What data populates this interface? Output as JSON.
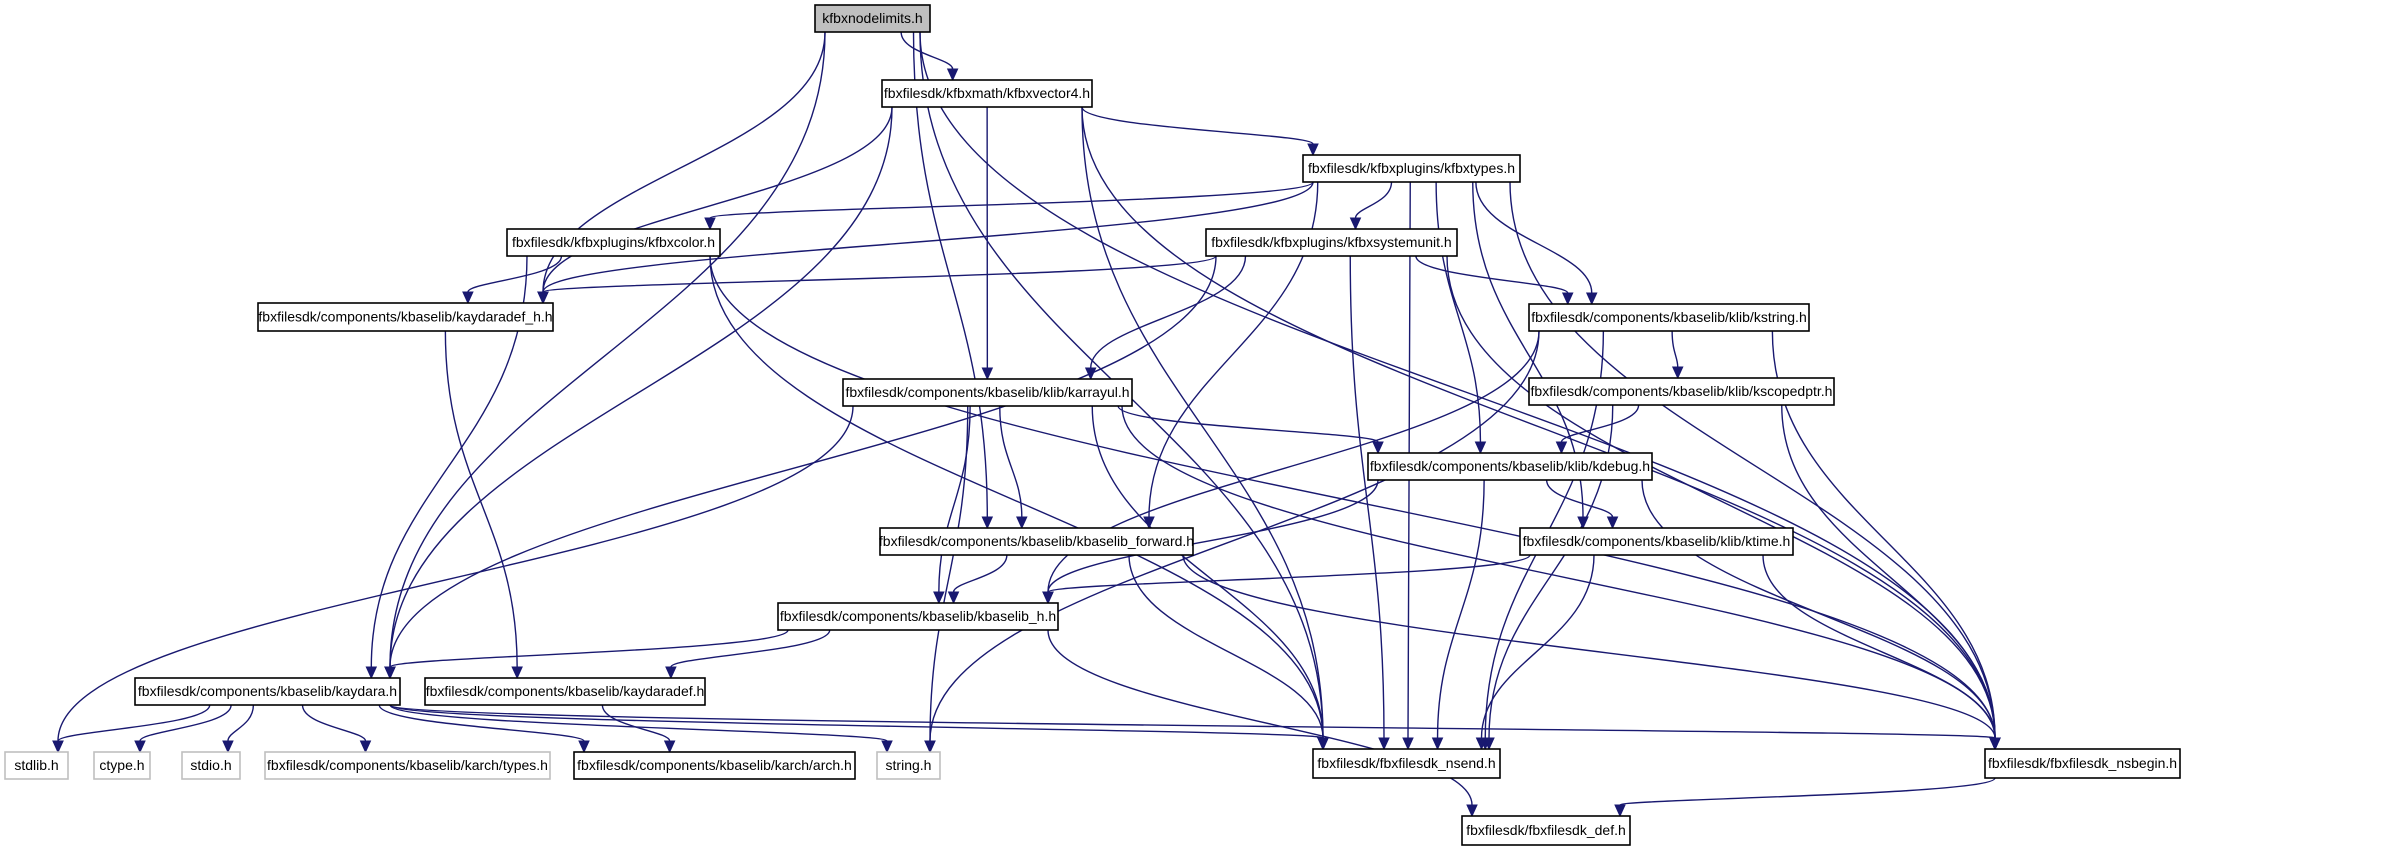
{
  "graph": {
    "type": "include-dependency-graph",
    "colors": {
      "edge": "#191970",
      "root_fill": "#bfbfbf",
      "system_border": "#bfbfbf",
      "project_border": "#000000"
    },
    "nodes": [
      {
        "id": "root",
        "label": "kfbxnodelimits.h",
        "kind": "root"
      },
      {
        "id": "vector4",
        "label": "fbxfilesdk/kfbxmath/kfbxvector4.h",
        "kind": "project"
      },
      {
        "id": "types",
        "label": "fbxfilesdk/kfbxplugins/kfbxtypes.h",
        "kind": "project"
      },
      {
        "id": "color",
        "label": "fbxfilesdk/kfbxplugins/kfbxcolor.h",
        "kind": "project"
      },
      {
        "id": "systemunit",
        "label": "fbxfilesdk/kfbxplugins/kfbxsystemunit.h",
        "kind": "project"
      },
      {
        "id": "kaydaradef_h",
        "label": "fbxfilesdk/components/kbaselib/kaydaradef_h.h",
        "kind": "project"
      },
      {
        "id": "kstring",
        "label": "fbxfilesdk/components/kbaselib/klib/kstring.h",
        "kind": "project"
      },
      {
        "id": "karrayul",
        "label": "fbxfilesdk/components/kbaselib/klib/karrayul.h",
        "kind": "project"
      },
      {
        "id": "kscopedptr",
        "label": "fbxfilesdk/components/kbaselib/klib/kscopedptr.h",
        "kind": "project"
      },
      {
        "id": "kdebug",
        "label": "fbxfilesdk/components/kbaselib/klib/kdebug.h",
        "kind": "project"
      },
      {
        "id": "kbaselib_forward",
        "label": "fbxfilesdk/components/kbaselib/kbaselib_forward.h",
        "kind": "project"
      },
      {
        "id": "ktime",
        "label": "fbxfilesdk/components/kbaselib/klib/ktime.h",
        "kind": "project"
      },
      {
        "id": "kbaselib_h",
        "label": "fbxfilesdk/components/kbaselib/kbaselib_h.h",
        "kind": "project"
      },
      {
        "id": "kaydara",
        "label": "fbxfilesdk/components/kbaselib/kaydara.h",
        "kind": "project"
      },
      {
        "id": "kaydaradef",
        "label": "fbxfilesdk/components/kbaselib/kaydaradef.h",
        "kind": "project"
      },
      {
        "id": "stdlib",
        "label": "stdlib.h",
        "kind": "system"
      },
      {
        "id": "ctype",
        "label": "ctype.h",
        "kind": "system"
      },
      {
        "id": "stdio",
        "label": "stdio.h",
        "kind": "system"
      },
      {
        "id": "karch_types",
        "label": "fbxfilesdk/components/kbaselib/karch/types.h",
        "kind": "system"
      },
      {
        "id": "arch",
        "label": "fbxfilesdk/components/kbaselib/karch/arch.h",
        "kind": "project"
      },
      {
        "id": "string",
        "label": "string.h",
        "kind": "system"
      },
      {
        "id": "nsend",
        "label": "fbxfilesdk/fbxfilesdk_nsend.h",
        "kind": "project"
      },
      {
        "id": "nsbegin",
        "label": "fbxfilesdk/fbxfilesdk_nsbegin.h",
        "kind": "project"
      },
      {
        "id": "def",
        "label": "fbxfilesdk/fbxfilesdk_def.h",
        "kind": "project"
      }
    ],
    "edges": [
      [
        "root",
        "vector4"
      ],
      [
        "root",
        "kaydaradef_h"
      ],
      [
        "root",
        "kaydara"
      ],
      [
        "root",
        "kbaselib_forward"
      ],
      [
        "root",
        "nsend"
      ],
      [
        "root",
        "nsbegin"
      ],
      [
        "vector4",
        "types"
      ],
      [
        "vector4",
        "kaydaradef_h"
      ],
      [
        "vector4",
        "kaydara"
      ],
      [
        "vector4",
        "karrayul"
      ],
      [
        "vector4",
        "nsend"
      ],
      [
        "vector4",
        "nsbegin"
      ],
      [
        "types",
        "color"
      ],
      [
        "types",
        "systemunit"
      ],
      [
        "types",
        "kaydaradef_h"
      ],
      [
        "types",
        "kstring"
      ],
      [
        "types",
        "kdebug"
      ],
      [
        "types",
        "kbaselib_forward"
      ],
      [
        "types",
        "ktime"
      ],
      [
        "types",
        "nsend"
      ],
      [
        "types",
        "nsbegin"
      ],
      [
        "color",
        "kaydaradef_h"
      ],
      [
        "color",
        "kaydara"
      ],
      [
        "color",
        "nsend"
      ],
      [
        "color",
        "nsbegin"
      ],
      [
        "systemunit",
        "kaydaradef_h"
      ],
      [
        "systemunit",
        "kstring"
      ],
      [
        "systemunit",
        "karrayul"
      ],
      [
        "systemunit",
        "kaydara"
      ],
      [
        "systemunit",
        "nsend"
      ],
      [
        "systemunit",
        "nsbegin"
      ],
      [
        "kaydaradef_h",
        "kaydaradef"
      ],
      [
        "kstring",
        "kscopedptr"
      ],
      [
        "kstring",
        "kbaselib_h"
      ],
      [
        "kstring",
        "string"
      ],
      [
        "kstring",
        "nsend"
      ],
      [
        "kstring",
        "nsbegin"
      ],
      [
        "kscopedptr",
        "kdebug"
      ],
      [
        "kscopedptr",
        "nsend"
      ],
      [
        "kscopedptr",
        "nsbegin"
      ],
      [
        "karrayul",
        "kdebug"
      ],
      [
        "karrayul",
        "kbaselib_forward"
      ],
      [
        "karrayul",
        "kbaselib_h"
      ],
      [
        "karrayul",
        "stdlib"
      ],
      [
        "karrayul",
        "string"
      ],
      [
        "karrayul",
        "nsend"
      ],
      [
        "karrayul",
        "nsbegin"
      ],
      [
        "kdebug",
        "ktime"
      ],
      [
        "kdebug",
        "kbaselib_h"
      ],
      [
        "kdebug",
        "nsend"
      ],
      [
        "kdebug",
        "nsbegin"
      ],
      [
        "kbaselib_forward",
        "kbaselib_h"
      ],
      [
        "kbaselib_forward",
        "nsend"
      ],
      [
        "kbaselib_forward",
        "nsbegin"
      ],
      [
        "ktime",
        "kbaselib_h"
      ],
      [
        "ktime",
        "nsend"
      ],
      [
        "ktime",
        "nsbegin"
      ],
      [
        "kbaselib_h",
        "kaydara"
      ],
      [
        "kbaselib_h",
        "kaydaradef"
      ],
      [
        "kbaselib_h",
        "def"
      ],
      [
        "kaydara",
        "stdlib"
      ],
      [
        "kaydara",
        "ctype"
      ],
      [
        "kaydara",
        "stdio"
      ],
      [
        "kaydara",
        "karch_types"
      ],
      [
        "kaydara",
        "arch"
      ],
      [
        "kaydara",
        "string"
      ],
      [
        "kaydara",
        "nsend"
      ],
      [
        "kaydara",
        "nsbegin"
      ],
      [
        "kaydaradef",
        "arch"
      ],
      [
        "nsbegin",
        "def"
      ]
    ]
  }
}
